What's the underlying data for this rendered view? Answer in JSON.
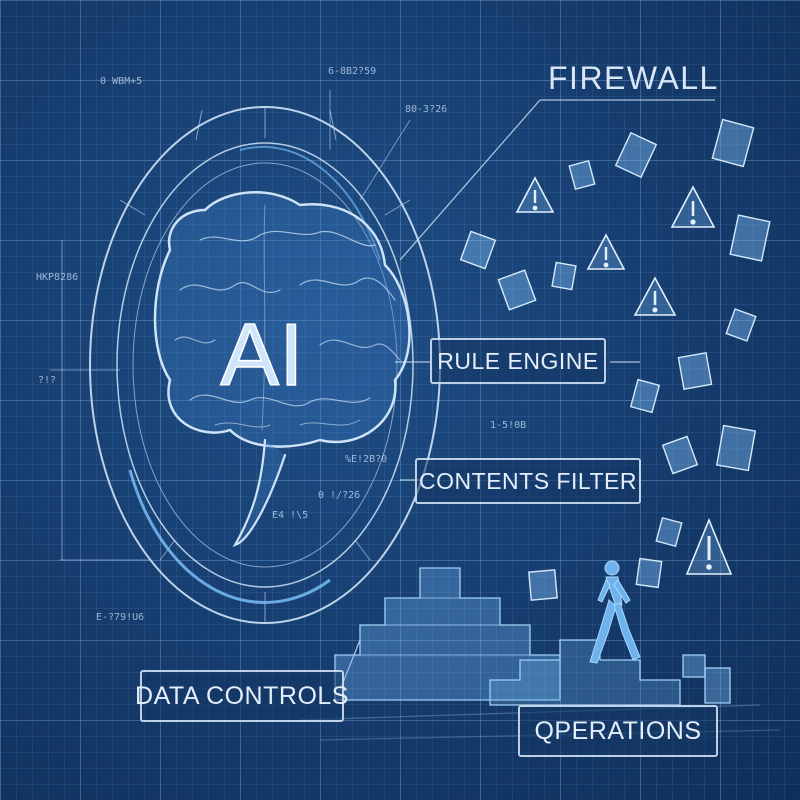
{
  "center": {
    "title": "AI"
  },
  "labels": {
    "firewall": "FIREWALL",
    "rule_engine": "RULE ENGINE",
    "contents_filter": "CONTENTS FILTER",
    "data_controls": "DATA CONTROLS",
    "operations": "QPERATIONS"
  },
  "annotations": [
    "0 WBM+5",
    "6-8B2?59",
    "80-3?26",
    "HKP8286",
    "?!?",
    "1-5!0B",
    "%E!2B?0",
    "0 !/?26",
    "E4 !\\5",
    "E-?79!U6"
  ],
  "colors": {
    "background": "#173f72",
    "line": "#cfe3f7",
    "text": "#e4eefa",
    "figure": "#6fb3ee"
  },
  "icons": [
    "brain-icon",
    "warning-icon",
    "cube-icon",
    "walking-person-icon",
    "staircase-icon"
  ]
}
